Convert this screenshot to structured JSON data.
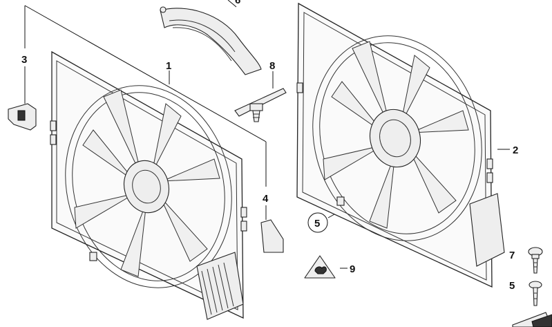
{
  "callouts": {
    "c1": "1",
    "c2": "2",
    "c3": "3",
    "c4": "4",
    "c5_circle": "5",
    "c5_right": "5",
    "c6": "6",
    "c7": "7",
    "c8": "8",
    "c9": "9"
  },
  "colors": {
    "line": "#111111",
    "fill": "#eeeeee",
    "background": "#ffffff"
  }
}
